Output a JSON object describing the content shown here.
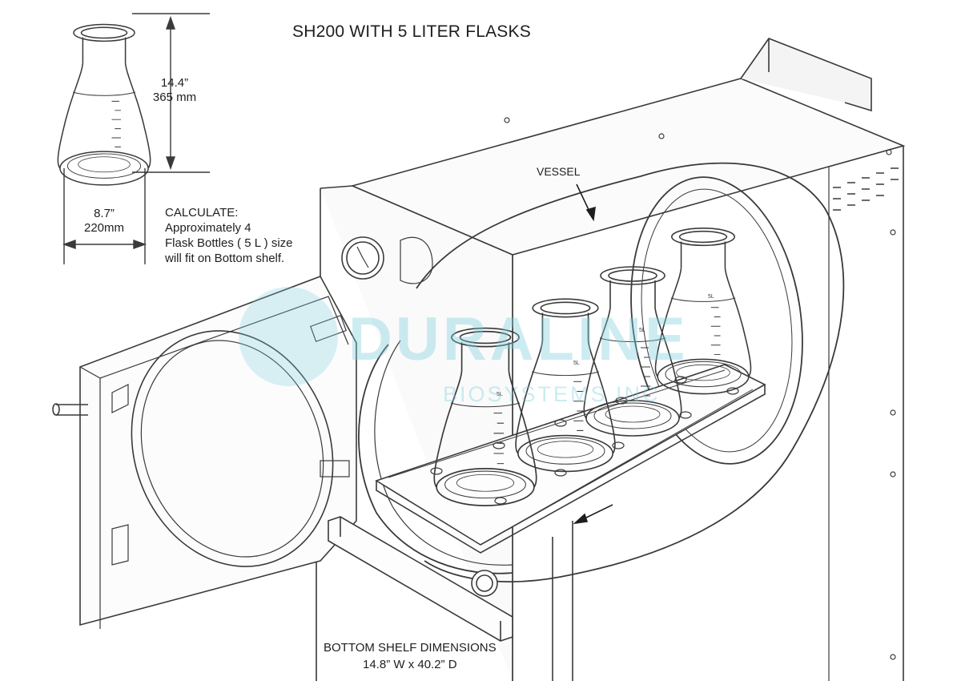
{
  "title": "SH200 WITH 5 LITER FLASKS",
  "dimensions": {
    "height_in": "14.4”",
    "height_mm": "365 mm",
    "width_in": "8.7”",
    "width_mm": "220mm"
  },
  "calculate": {
    "heading": "CALCULATE:",
    "lines": [
      "Approximately  4",
      "Flask Bottles ( 5 L ) size",
      "will fit on Bottom shelf."
    ]
  },
  "vessel_label": "VESSEL",
  "shelf": {
    "heading": "BOTTOM SHELF DIMENSIONS",
    "size": "14.8” W x 40.2” D"
  },
  "flask_marking": "5L",
  "watermark": {
    "brand": "DURALINE",
    "sub": "BIOSYSTEMS INC"
  },
  "colors": {
    "line": "#3a3a3a",
    "watermark": "#78cddc"
  }
}
